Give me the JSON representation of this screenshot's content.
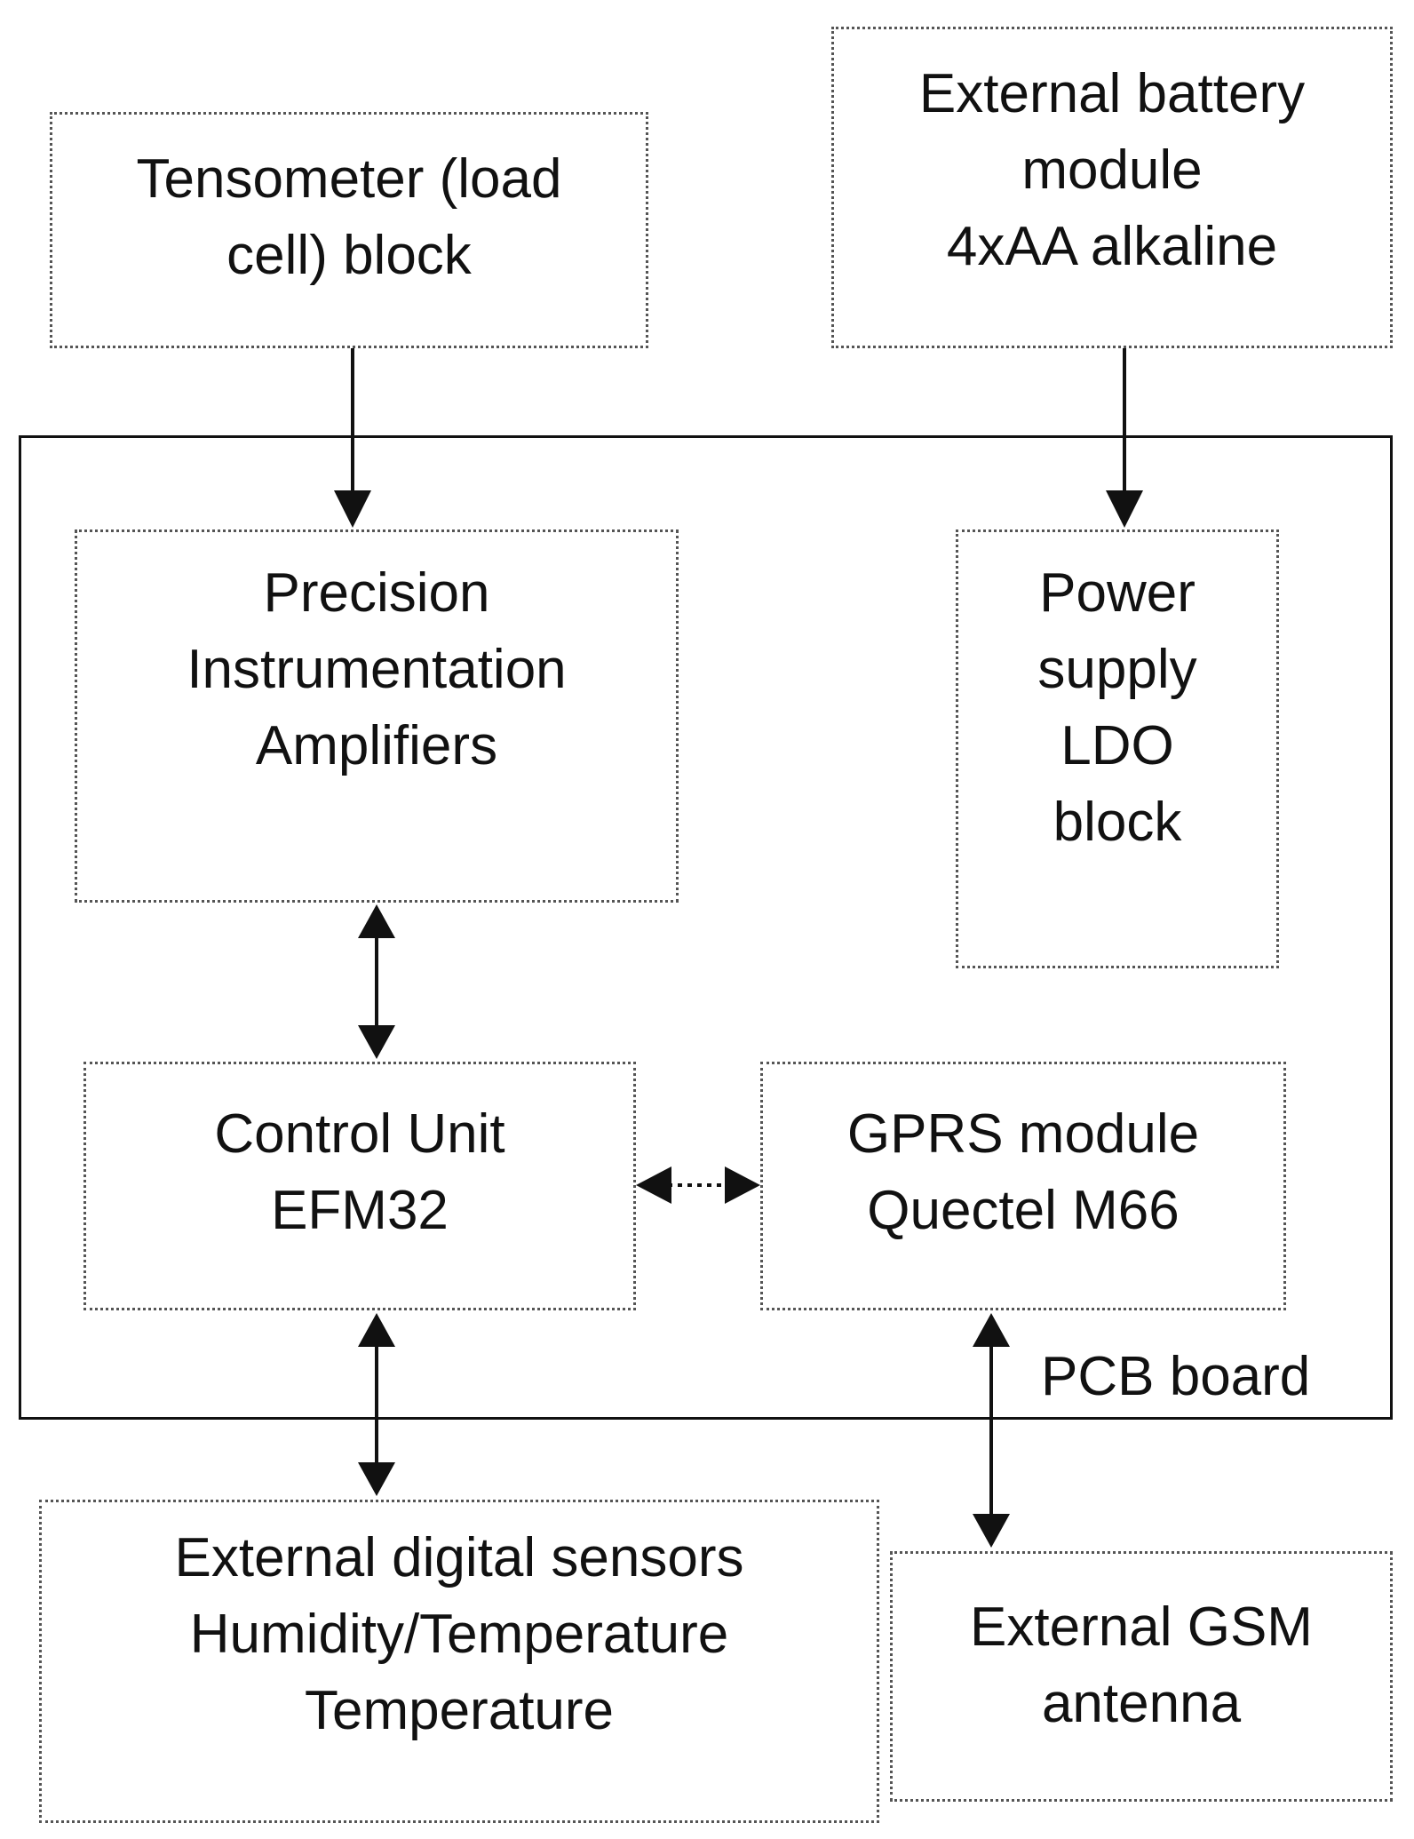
{
  "blocks": {
    "tensometer": {
      "lines": [
        "Tensometer (load",
        "cell) block"
      ]
    },
    "battery": {
      "lines": [
        "External battery",
        "module",
        "4xAA alkaline"
      ]
    },
    "amplifiers": {
      "lines": [
        "Precision",
        "Instrumentation",
        "Amplifiers"
      ]
    },
    "power": {
      "lines": [
        "Power",
        "supply",
        "LDO",
        "block"
      ]
    },
    "control": {
      "lines": [
        "Control Unit",
        "EFM32"
      ]
    },
    "gprs": {
      "lines": [
        "GPRS module",
        "Quectel M66"
      ]
    },
    "sensors": {
      "lines": [
        "External digital  sensors",
        "Humidity/Temperature",
        "Temperature"
      ]
    },
    "antenna": {
      "lines": [
        "External GSM",
        "antenna"
      ]
    }
  },
  "pcb": {
    "label": "PCB board"
  }
}
